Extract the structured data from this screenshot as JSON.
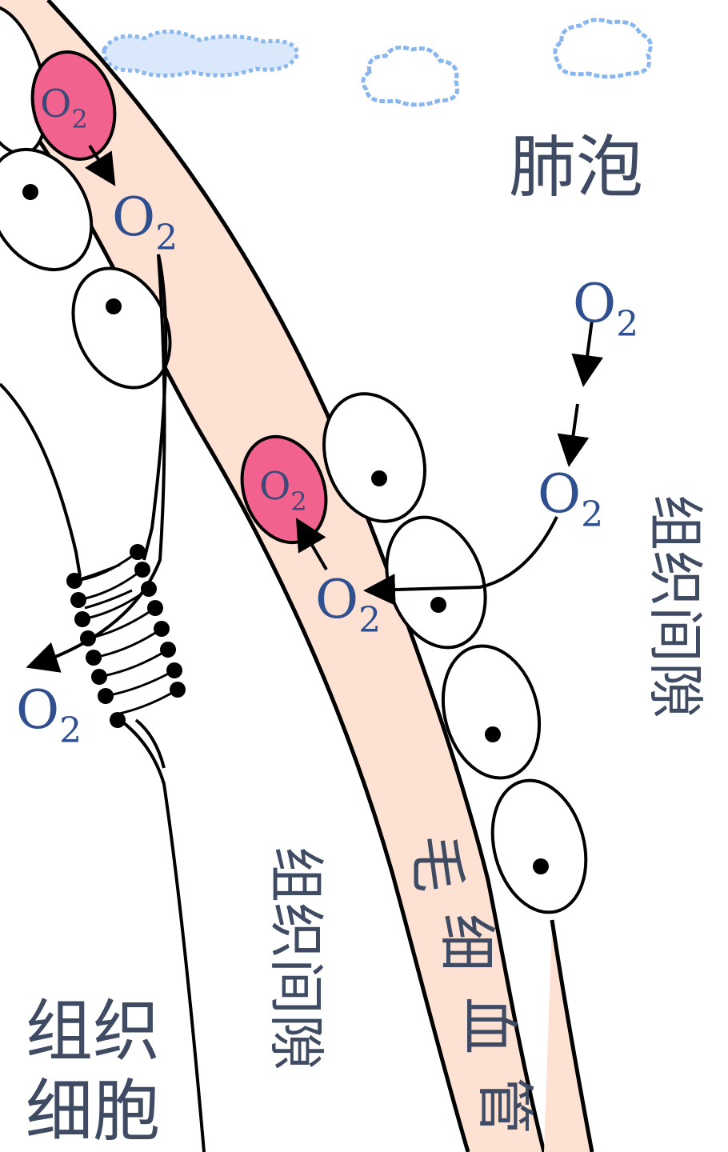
{
  "labels": {
    "alveolus": "肺泡",
    "interstitial_right": "组织间隙",
    "interstitial_center": "组织间隙",
    "capillary_chars": [
      "毛",
      "细",
      "血",
      "管"
    ],
    "tissue_cell_line1": "组织",
    "tissue_cell_line2": "细胞"
  },
  "oxygen": {
    "symbol": "O",
    "subscript": "2"
  },
  "colors": {
    "capillary_fill": "#fde1d2",
    "red_blood_cell": "#f2628f",
    "cloud_outline": "#8ab6ee",
    "label_text": "#3f4b63",
    "o2_text": "#2f4f8f"
  }
}
